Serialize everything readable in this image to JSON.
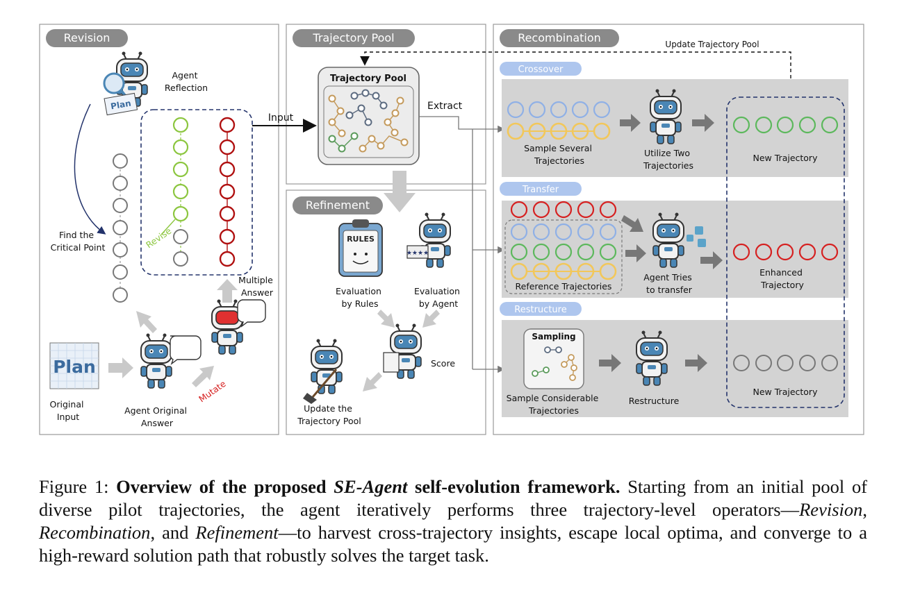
{
  "panels": {
    "revision": {
      "title": "Revision",
      "agent_reflection": [
        "Agent",
        "Reflection"
      ],
      "plan_small": "Plan",
      "find_critical_point": [
        "Find the",
        "Critical Point"
      ],
      "revise": "Revise",
      "multiple_answer": [
        "Multiple",
        "Answer"
      ],
      "plan_big": "Plan",
      "original_input": [
        "Original",
        "Input"
      ],
      "agent_original_answer": [
        "Agent Original",
        "Answer"
      ],
      "mutate": "Mutate",
      "input_arrow_label": "Input"
    },
    "trajectory_pool": {
      "title": "Trajectory Pool",
      "card_title": "Trajectory Pool",
      "extract_label": "Extract"
    },
    "refinement": {
      "title": "Refinement",
      "rules_board": "RULES",
      "eval_rules": [
        "Evaluation",
        "by Rules"
      ],
      "eval_agent": [
        "Evaluation",
        "by Agent"
      ],
      "score": "Score",
      "update_pool": [
        "Update the",
        "Trajectory Pool"
      ]
    },
    "recombination": {
      "title": "Recombination",
      "update_pool_label": "Update Trajectory Pool",
      "crossover": {
        "tag": "Crossover",
        "sample_several": [
          "Sample Several",
          "Trajectories"
        ],
        "utilize_two": [
          "Utilize Two",
          "Trajectories"
        ],
        "new_trajectory": "New Trajectory"
      },
      "transfer": {
        "tag": "Transfer",
        "reference": "Reference Trajectories",
        "agent_tries": [
          "Agent Tries",
          "to transfer"
        ],
        "enhanced": [
          "Enhanced",
          "Trajectory"
        ]
      },
      "restructure": {
        "tag": "Restructure",
        "sampling": "Sampling",
        "sample_considerable": [
          "Sample Considerable",
          "Trajectories"
        ],
        "restructure_label": "Restructure",
        "new_trajectory": "New Trajectory"
      }
    }
  },
  "colors": {
    "blue": "#8fb0e6",
    "yellow": "#f2c75a",
    "green": "#5cb85c",
    "red": "#d62020",
    "light_green": "#8cc63f",
    "dark_red": "#b01010",
    "gray_node": "#777777",
    "panel_gray": "#d3d3d3",
    "tag_gray": "#8a8a8a",
    "tag_blue": "#aec6ee"
  },
  "caption": {
    "label": "Figure 1:",
    "bold_a": "Overview of the proposed",
    "bold_italic": "SE-Agent",
    "bold_b": "self-evolution framework.",
    "text_1": "Starting from an initial pool of diverse pilot trajectories, the agent iteratively performs three trajectory-level operators—",
    "op_1": "Revision",
    "sep_1": ", ",
    "op_2": "Recombination",
    "sep_2": ", and ",
    "op_3": "Refinement",
    "text_2": "—to harvest cross-trajectory insights, escape local optima, and converge to a high-reward solution path that robustly solves the target task."
  }
}
